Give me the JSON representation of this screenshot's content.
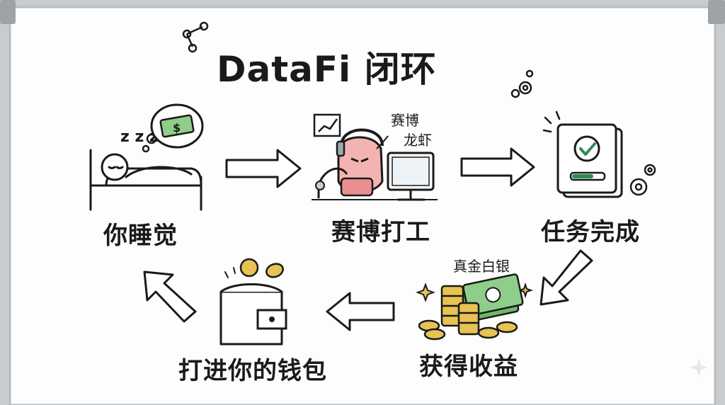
{
  "title": "DataFi 闭环",
  "stages": [
    {
      "label": "你睡觉",
      "icon": "sleeping-person-icon"
    },
    {
      "label": "赛博打工",
      "icon": "cyber-lobster-robot-icon"
    },
    {
      "label": "任务完成",
      "icon": "task-complete-checklist-icon"
    },
    {
      "label": "获得收益",
      "icon": "coins-and-cash-icon"
    },
    {
      "label": "打进你的钱包",
      "icon": "wallet-with-coins-icon"
    }
  ],
  "notes": {
    "cyber_line1": "赛博",
    "cyber_line2": "龙虾",
    "money": "真金白银"
  },
  "flow": [
    "你睡觉",
    "赛博打工",
    "任务完成",
    "获得收益",
    "打进你的钱包",
    "你睡觉"
  ],
  "colors": {
    "board": "#fdfdfd",
    "frame": "#c9cccf",
    "ink": "#1a1a1a",
    "money_green": "#8fce8a",
    "coin_gold": "#e8c252",
    "robot_red": "#e98f8f"
  }
}
